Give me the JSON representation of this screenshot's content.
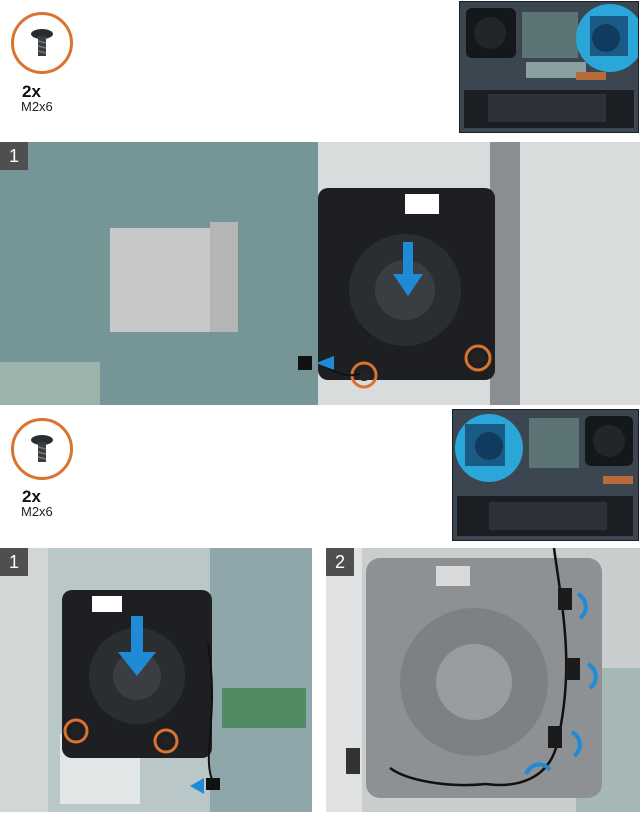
{
  "section_1": {
    "screw": {
      "qty": "2x",
      "spec": "M2x6"
    },
    "step_label": "1"
  },
  "section_2": {
    "screw": {
      "qty": "2x",
      "spec": "M2x6"
    },
    "step_1_label": "1",
    "step_2_label": "2"
  },
  "colors": {
    "screw_ring": "#d9732f",
    "arrow_blue": "#1f8ad6",
    "board_green": "#6d8f8f",
    "fan_black": "#1d1f22",
    "step_badge": "#4f4f4f"
  }
}
